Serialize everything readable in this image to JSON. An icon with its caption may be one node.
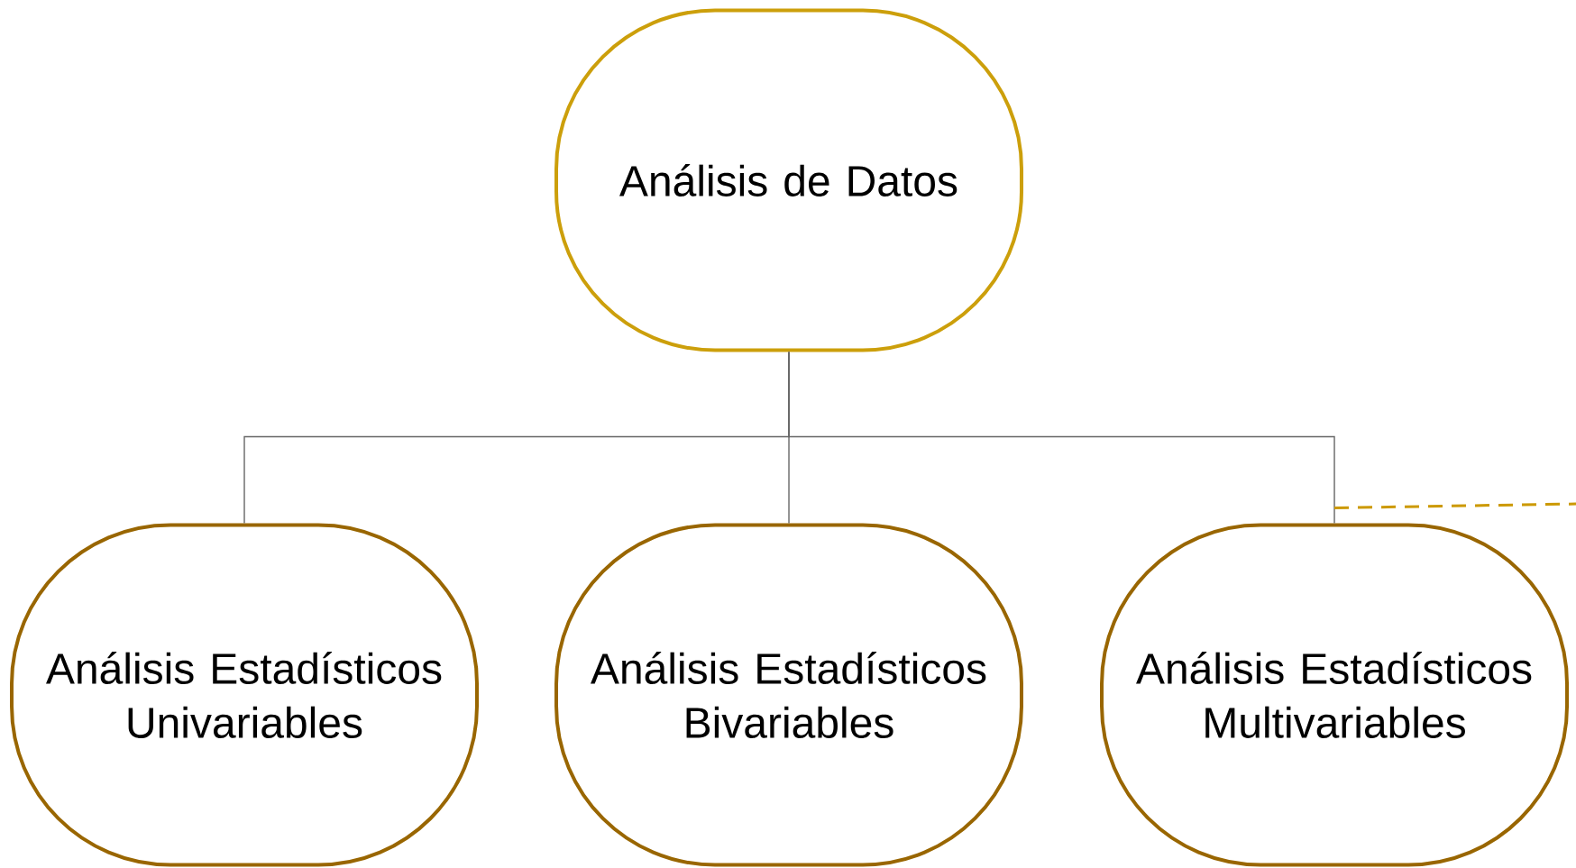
{
  "diagram": {
    "nodes": [
      {
        "text": [
          "Análisis de Datos"
        ]
      },
      {
        "text": [
          "Análisis Estadísticos Univariables"
        ]
      },
      {
        "text": [
          "Análisis Estadísticos Bivariables"
        ]
      },
      {
        "text": [
          "Análisis Estadísticos Multivariables"
        ]
      }
    ],
    "edges": [
      {
        "from": 0,
        "to": 1,
        "arrow": "none"
      },
      {
        "from": 0,
        "to": 2,
        "arrow": "none"
      },
      {
        "from": 0,
        "to": 3,
        "arrow": "none"
      },
      {
        "from": 3,
        "to": null,
        "arrow": "none",
        "style": "dashed",
        "color": "#cc9900"
      }
    ]
  }
}
